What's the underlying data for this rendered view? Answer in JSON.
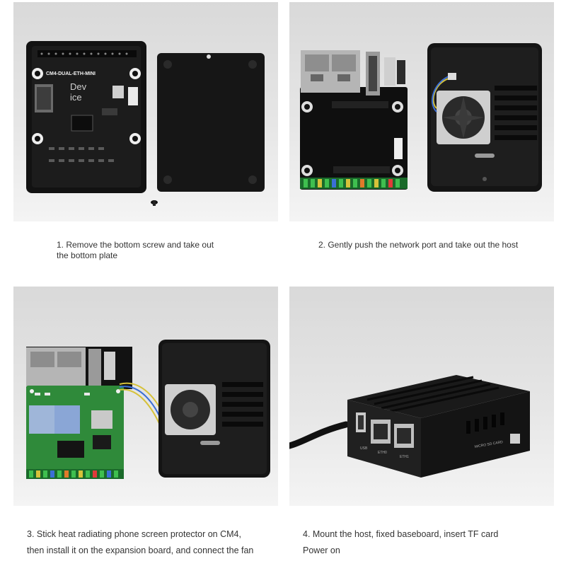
{
  "steps": [
    {
      "caption": "1. Remove the bottom screw and take out\nthe bottom plate"
    },
    {
      "caption": "2. Gently push the network port and take out the host"
    },
    {
      "caption": "3. Stick heat radiating phone screen protector on CM4,\nthen install it on the expansion board, and connect the fan"
    },
    {
      "caption": "4. Mount the host, fixed baseboard, insert TF card\nPower on"
    }
  ],
  "board_labels": {
    "model": "CM4-DUAL-ETH-MINI",
    "device_line1": "Dev",
    "device_line2": "ice",
    "tf_card_port": "MICRO SD CARD",
    "eth_port_1": "ETH0",
    "eth_port_2": "ETH1",
    "usb_port": "USB"
  },
  "colors": {
    "panel_bg": "#e3e3e3",
    "case_black": "#141414",
    "pcb_green": "#2f8a3a",
    "caption_text": "#333333"
  }
}
